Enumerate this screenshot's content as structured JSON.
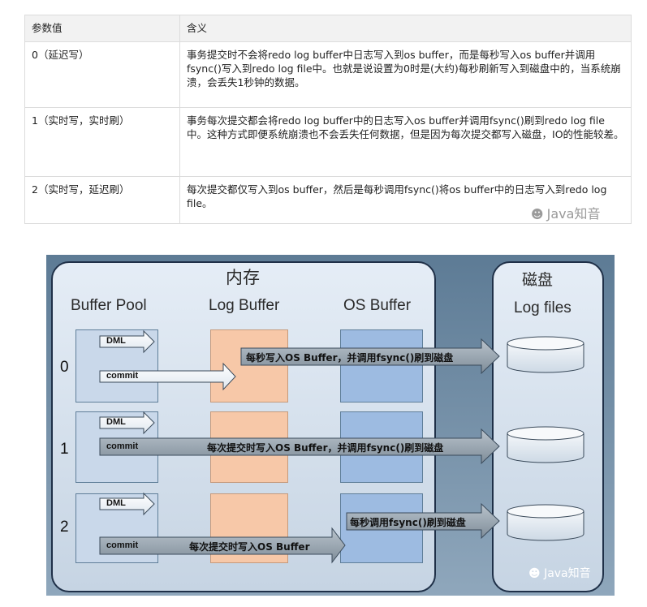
{
  "table": {
    "headers": [
      "参数值",
      "含义"
    ],
    "rows": [
      {
        "value": "0（延迟写）",
        "meaning": "事务提交时不会将redo log buffer中日志写入到os buffer，而是每秒写入os buffer并调用fsync()写入到redo log file中。也就是说设置为0时是(大约)每秒刷新写入到磁盘中的，当系统崩溃，会丢失1秒钟的数据。"
      },
      {
        "value": "1（实时写，实时刷）",
        "meaning": "事务每次提交都会将redo log buffer中的日志写入os buffer并调用fsync()刷到redo log file中。这种方式即便系统崩溃也不会丢失任何数据，但是因为每次提交都写入磁盘，IO的性能较差。"
      },
      {
        "value": "2（实时写，延迟刷）",
        "meaning": "每次提交都仅写入到os buffer，然后是每秒调用fsync()将os buffer中的日志写入到redo log file。"
      }
    ]
  },
  "watermark": "Java知音",
  "diagram": {
    "memory_title": "内存",
    "disk_title": "磁盘",
    "col_buffer_pool": "Buffer Pool",
    "col_log_buffer": "Log Buffer",
    "col_os_buffer": "OS Buffer",
    "col_log_files": "Log files",
    "dml": "DML",
    "commit": "commit",
    "rows": [
      {
        "num": "0",
        "arrow_text": "每秒写入OS Buffer，并调用fsync()刷到磁盘"
      },
      {
        "num": "1",
        "arrow_text": "每次提交时写入OS Buffer，并调用fsync()刷到磁盘"
      },
      {
        "num": "2",
        "arrow_text_a": "每次提交时写入OS Buffer",
        "arrow_text_b": "每秒调用fsync()刷到磁盘"
      }
    ]
  },
  "colors": {
    "memory_panel": "#d6e1ed",
    "log_buffer": "#f7c8a8",
    "os_buffer": "#9dbbe1",
    "background": "#6f8ba3"
  }
}
